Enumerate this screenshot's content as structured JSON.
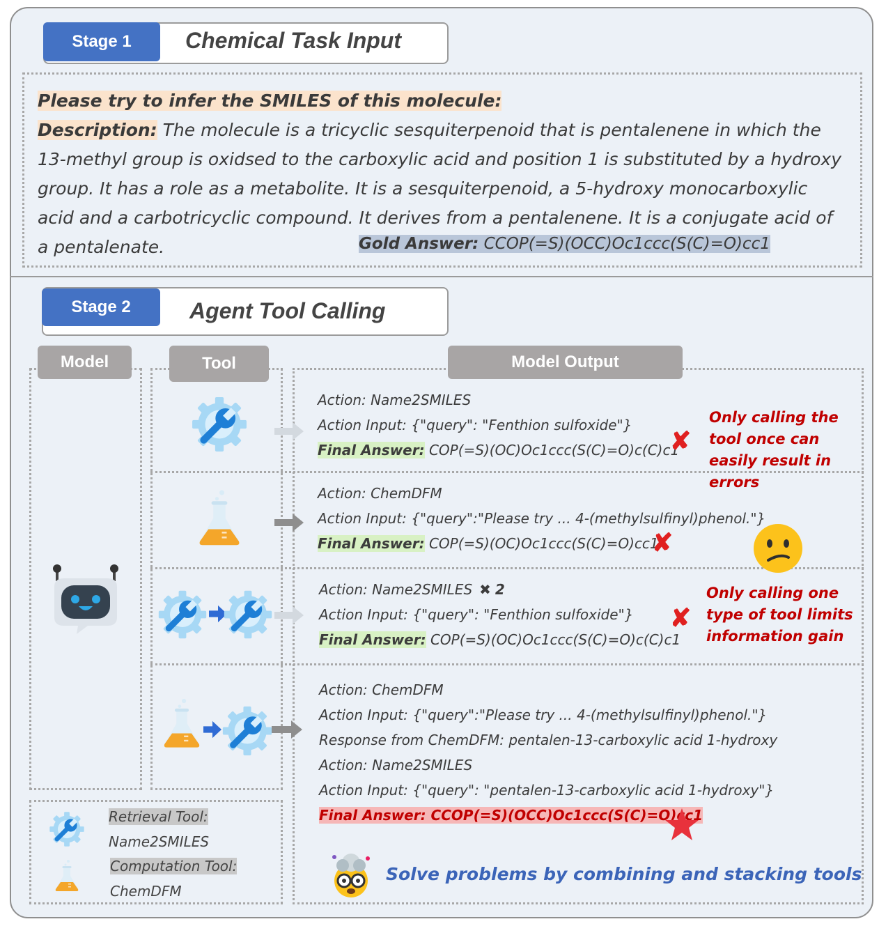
{
  "stage1": {
    "pill": "Stage 1",
    "title": "Chemical Task Input",
    "prompt_label": "Please try to infer the SMILES of this molecule:",
    "desc_label": "Description:",
    "desc_text": " The molecule is a tricyclic sesquiterpenoid that is pentalenene in which the 13-methyl group is oxidsed to the carboxylic acid and position 1 is substituted by a hydroxy group. It has a role as a metabolite. It is a sesquiterpenoid, a 5-hydroxy monocarboxylic acid and a carbotricyclic compound. It derives from a pentalenene. It is a conjugate acid of a pentalenate.",
    "gold_label": "Gold Answer:",
    "gold_value": " CCOP(=S)(OCC)Oc1ccc(S(C)=O)cc1"
  },
  "stage2": {
    "pill": "Stage 2",
    "title": "Agent Tool Calling",
    "col_model": "Model",
    "col_tool": "Tool",
    "col_output": "Model Output",
    "rows": [
      {
        "action": "Action: Name2SMILES",
        "input": "Action Input: {\"query\": \"Fenthion sulfoxide\"}",
        "final_label": "Final Answer:",
        "final_value": " COP(=S)(OC)Oc1ccc(S(C)=O)c(C)c1",
        "note": [
          "Only calling the",
          "tool once can",
          "easily result in",
          "errors"
        ]
      },
      {
        "action": "Action: ChemDFM",
        "input": "Action Input: {\"query\":\"Please try ... 4-(methylsulfinyl)phenol.\"}",
        "final_label": "Final Answer:",
        "final_value": " COP(=S)(OC)Oc1ccc(S(C)=O)cc1"
      },
      {
        "action": "Action: Name2SMILES",
        "times": "2",
        "input": "Action Input: {\"query\": \"Fenthion sulfoxide\"}",
        "final_label": "Final Answer:",
        "final_value": " COP(=S)(OC)Oc1ccc(S(C)=O)c(C)c1",
        "note": [
          "Only calling one",
          "type of tool limits",
          "information gain"
        ]
      },
      {
        "lines": [
          "Action: ChemDFM",
          "Action Input: {\"query\":\"Please try ... 4-(methylsulfinyl)phenol.\"}",
          "Response from ChemDFM: pentalen-13-carboxylic acid 1-hydroxy",
          "Action: Name2SMILES",
          "Action Input: {\"query\": \"pentalen-13-carboxylic acid 1-hydroxy\"}"
        ],
        "final": "Final Answer: CCOP(=S)(OCC)Oc1ccc(S(C)=O)cc1"
      }
    ],
    "slogan": "Solve problems by combining and stacking tools",
    "legend": {
      "retrieval_label": "Retrieval Tool:",
      "retrieval_name": "Name2SMILES",
      "computation_label": "Computation Tool:",
      "computation_name": "ChemDFM"
    }
  },
  "colors": {
    "stage_pill": "#4472c4",
    "wrench_blue": "#1e88e5",
    "gear_light": "#9fd3f3",
    "flask_orange": "#f4a62a",
    "error_red": "#e02020",
    "note_red": "#c00000",
    "slogan_blue": "#3b64b8"
  }
}
